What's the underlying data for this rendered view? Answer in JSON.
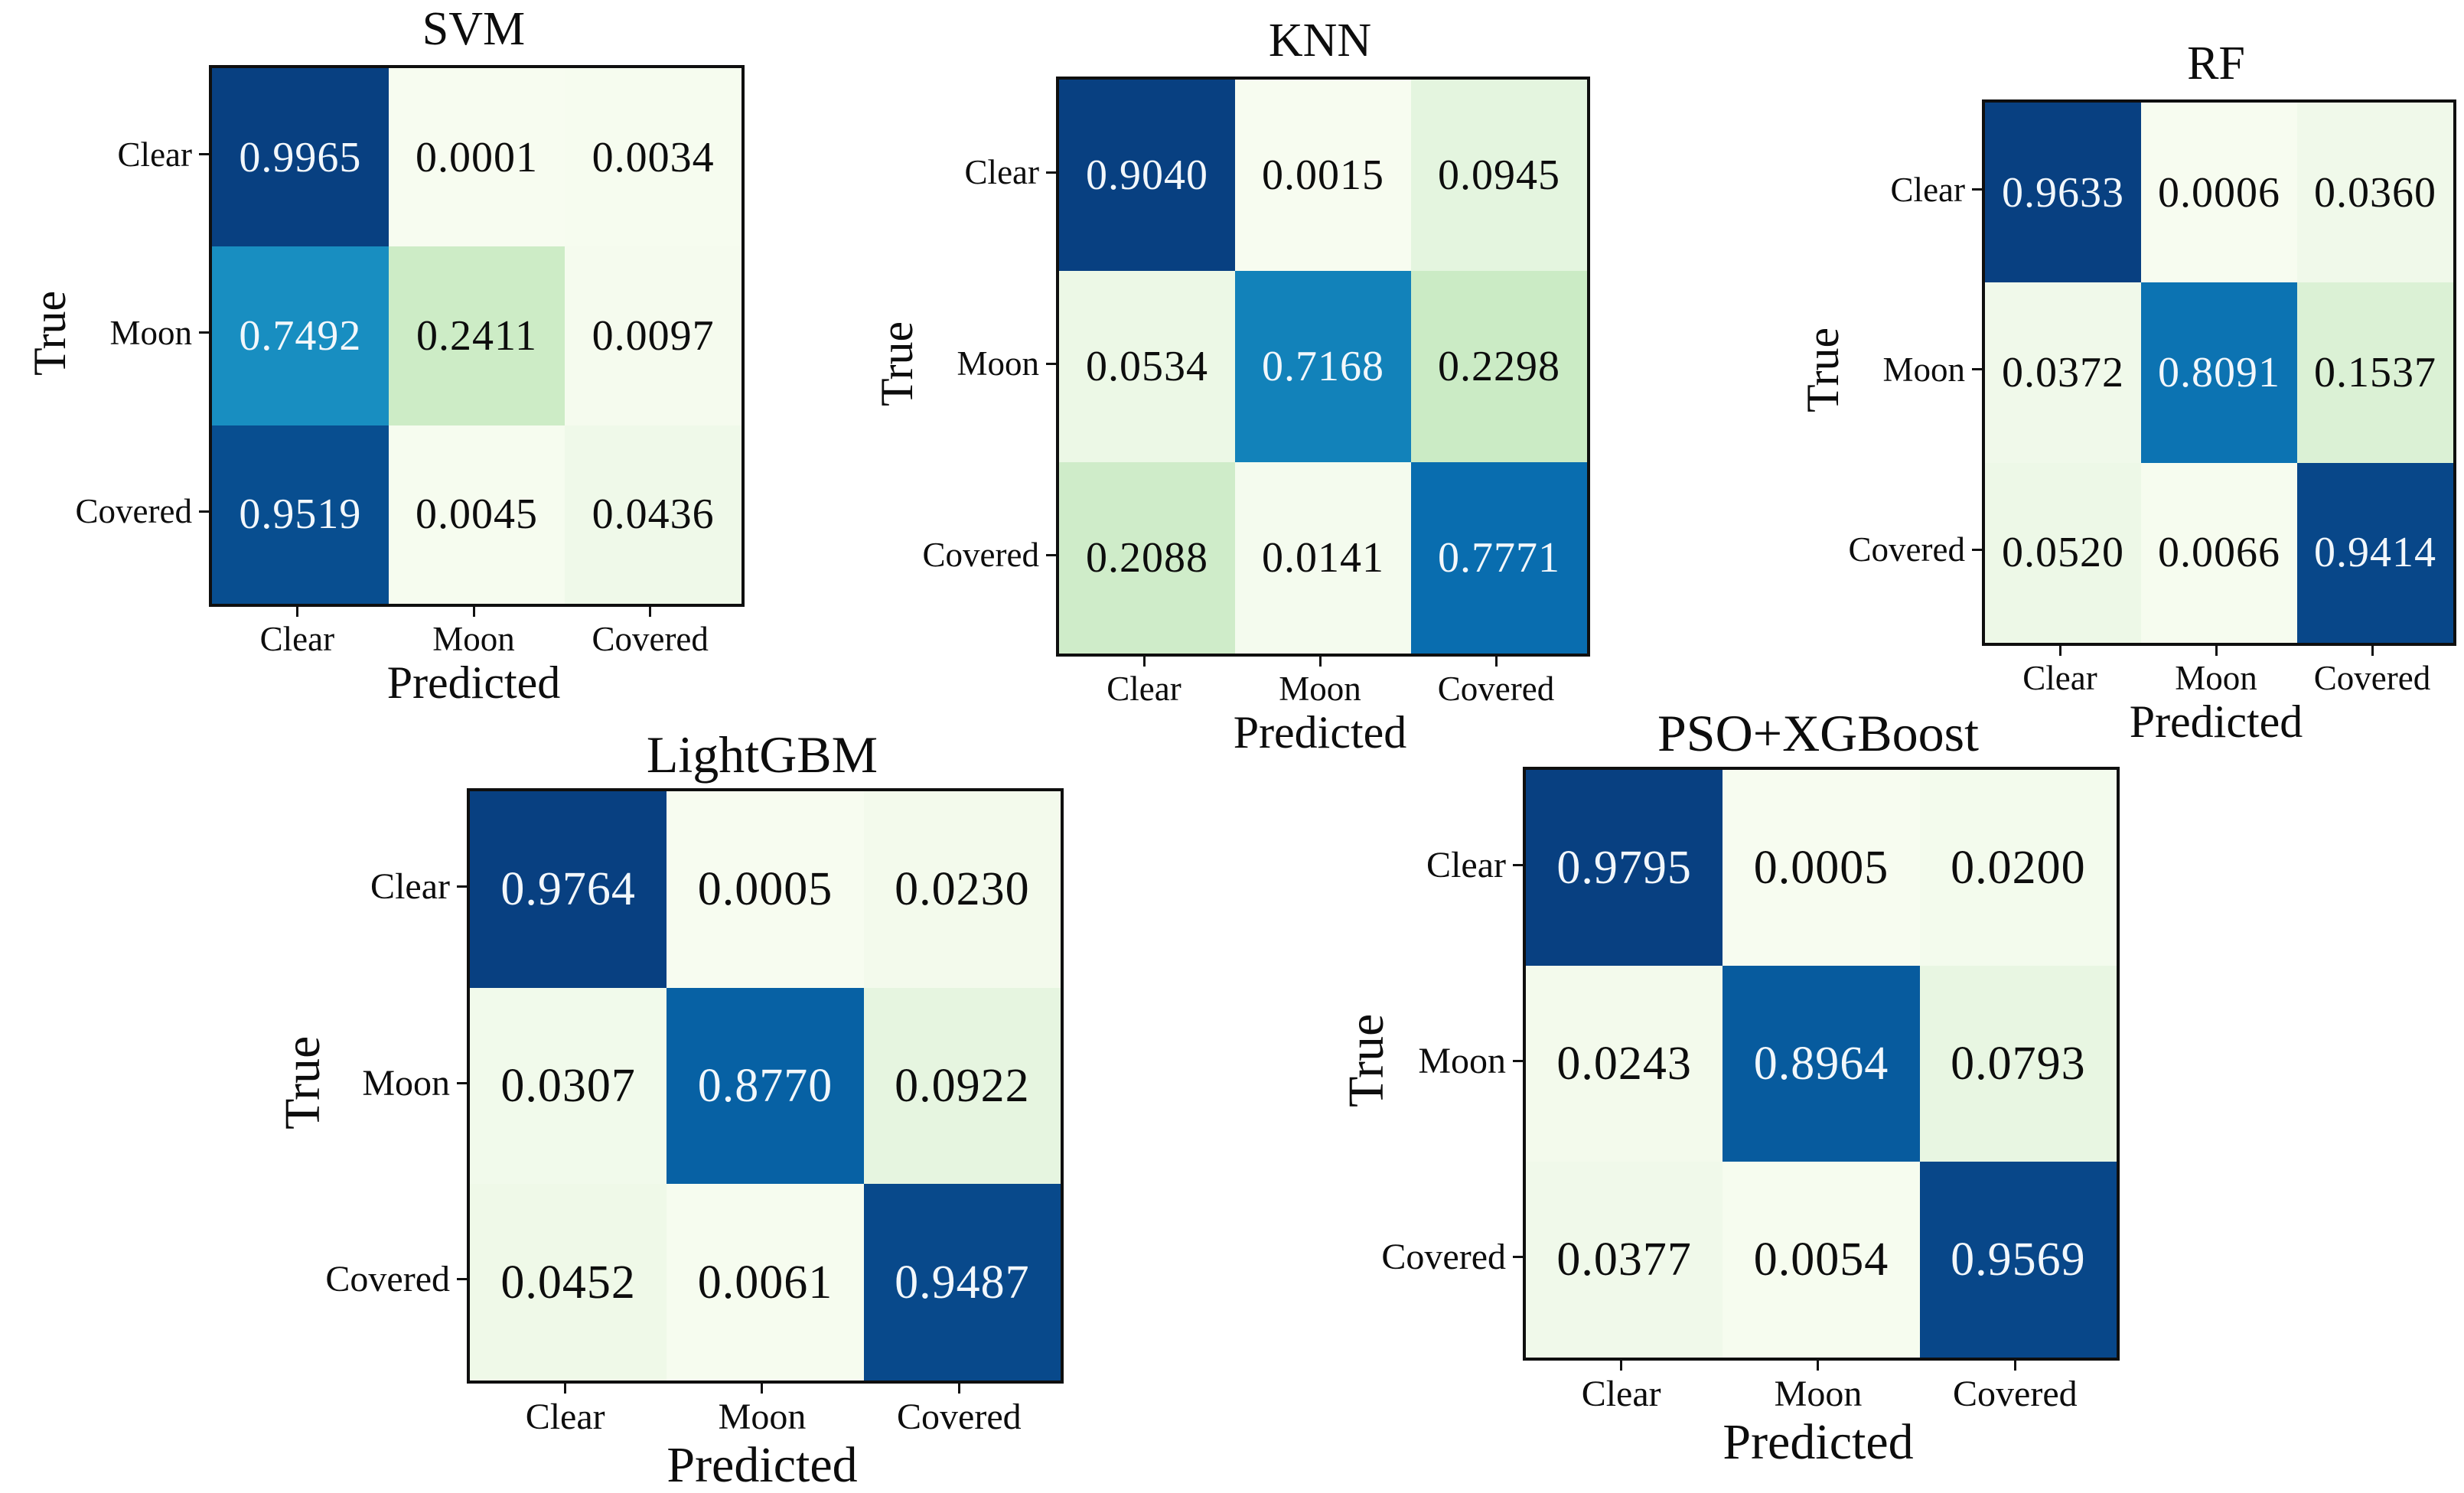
{
  "figure": {
    "background": "#ffffff",
    "border_color": "#0f0f0f",
    "tick_color": "#111111",
    "cell_text_dark": "#0d0d0d",
    "cell_text_light": "#f2f7fb",
    "colormap_name": "GnBu",
    "colormap_stops": [
      [
        0.0,
        "#f7fcf0"
      ],
      [
        0.125,
        "#e0f3db"
      ],
      [
        0.25,
        "#ccebc5"
      ],
      [
        0.375,
        "#a8ddb5"
      ],
      [
        0.5,
        "#7bccc4"
      ],
      [
        0.625,
        "#3eb0d4"
      ],
      [
        0.75,
        "#188fc1"
      ],
      [
        0.875,
        "#0768ac"
      ],
      [
        1.0,
        "#084081"
      ]
    ]
  },
  "chart_data": [
    {
      "type": "heatmap",
      "title": "SVM",
      "xlabel": "Predicted",
      "ylabel": "True",
      "x_categories": [
        "Clear",
        "Moon",
        "Covered"
      ],
      "y_categories": [
        "Clear",
        "Moon",
        "Covered"
      ],
      "matrix": [
        [
          "0.9965",
          "0.0001",
          "0.0034"
        ],
        [
          "0.7492",
          "0.2411",
          "0.0097"
        ],
        [
          "0.9519",
          "0.0045",
          "0.0436"
        ]
      ]
    },
    {
      "type": "heatmap",
      "title": "KNN",
      "xlabel": "Predicted",
      "ylabel": "True",
      "x_categories": [
        "Clear",
        "Moon",
        "Covered"
      ],
      "y_categories": [
        "Clear",
        "Moon",
        "Covered"
      ],
      "matrix": [
        [
          "0.9040",
          "0.0015",
          "0.0945"
        ],
        [
          "0.0534",
          "0.7168",
          "0.2298"
        ],
        [
          "0.2088",
          "0.0141",
          "0.7771"
        ]
      ]
    },
    {
      "type": "heatmap",
      "title": "RF",
      "xlabel": "Predicted",
      "ylabel": "True",
      "x_categories": [
        "Clear",
        "Moon",
        "Covered"
      ],
      "y_categories": [
        "Clear",
        "Moon",
        "Covered"
      ],
      "matrix": [
        [
          "0.9633",
          "0.0006",
          "0.0360"
        ],
        [
          "0.0372",
          "0.8091",
          "0.1537"
        ],
        [
          "0.0520",
          "0.0066",
          "0.9414"
        ]
      ]
    },
    {
      "type": "heatmap",
      "title": "LightGBM",
      "xlabel": "Predicted",
      "ylabel": "True",
      "x_categories": [
        "Clear",
        "Moon",
        "Covered"
      ],
      "y_categories": [
        "Clear",
        "Moon",
        "Covered"
      ],
      "matrix": [
        [
          "0.9764",
          "0.0005",
          "0.0230"
        ],
        [
          "0.0307",
          "0.8770",
          "0.0922"
        ],
        [
          "0.0452",
          "0.0061",
          "0.9487"
        ]
      ]
    },
    {
      "type": "heatmap",
      "title": "PSO+XGBoost",
      "xlabel": "Predicted",
      "ylabel": "True",
      "x_categories": [
        "Clear",
        "Moon",
        "Covered"
      ],
      "y_categories": [
        "Clear",
        "Moon",
        "Covered"
      ],
      "matrix": [
        [
          "0.9795",
          "0.0005",
          "0.0200"
        ],
        [
          "0.0243",
          "0.8964",
          "0.0793"
        ],
        [
          "0.0377",
          "0.0054",
          "0.9569"
        ]
      ]
    }
  ]
}
